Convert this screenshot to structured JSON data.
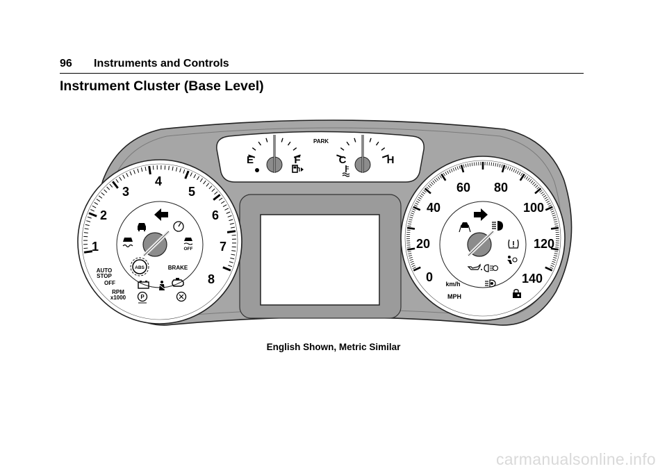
{
  "header": {
    "page_number": "96",
    "title": "Instruments and Controls"
  },
  "section_title": "Instrument Cluster (Base Level)",
  "cluster": {
    "tach_numbers": [
      "1",
      "2",
      "3",
      "4",
      "5",
      "6",
      "7",
      "8"
    ],
    "tach_labels": {
      "auto": "AUTO",
      "stop": "STOP",
      "off": "OFF",
      "rpm": "RPM",
      "x1000": "x1000",
      "brake": "BRAKE",
      "abs": "ABS",
      "park_assist": "P",
      "tc_off": "OFF"
    },
    "fuel_labels": {
      "e": "E",
      "f": "F"
    },
    "temp_labels": {
      "c": "C",
      "h": "H"
    },
    "park_label": "PARK",
    "speed_numbers": [
      "0",
      "20",
      "40",
      "60",
      "80",
      "100",
      "120",
      "140"
    ],
    "speed_labels": {
      "kmh": "km/h",
      "mph": "MPH"
    }
  },
  "caption": "English Shown, Metric Similar",
  "watermark": "carmanualsonline.info"
}
